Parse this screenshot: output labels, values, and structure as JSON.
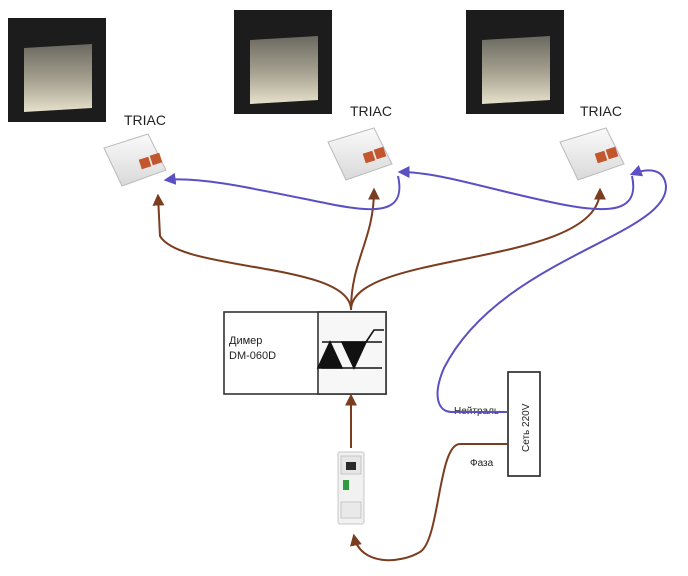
{
  "lamps": [
    {
      "driver_label": "TRIAC"
    },
    {
      "driver_label": "TRIAC"
    },
    {
      "driver_label": "TRIAC"
    }
  ],
  "dimmer": {
    "line1": "Димер",
    "line2": "DM-060D"
  },
  "mains": {
    "label": "Сеть 220V",
    "neutral_label": "Нейтраль",
    "phase_label": "Фаза"
  },
  "colors": {
    "phase_wire": "#7a3d1f",
    "neutral_wire": "#5b4fc4",
    "lamp_frame": "#1c1c1c",
    "driver_terminal": "#c2562c"
  }
}
